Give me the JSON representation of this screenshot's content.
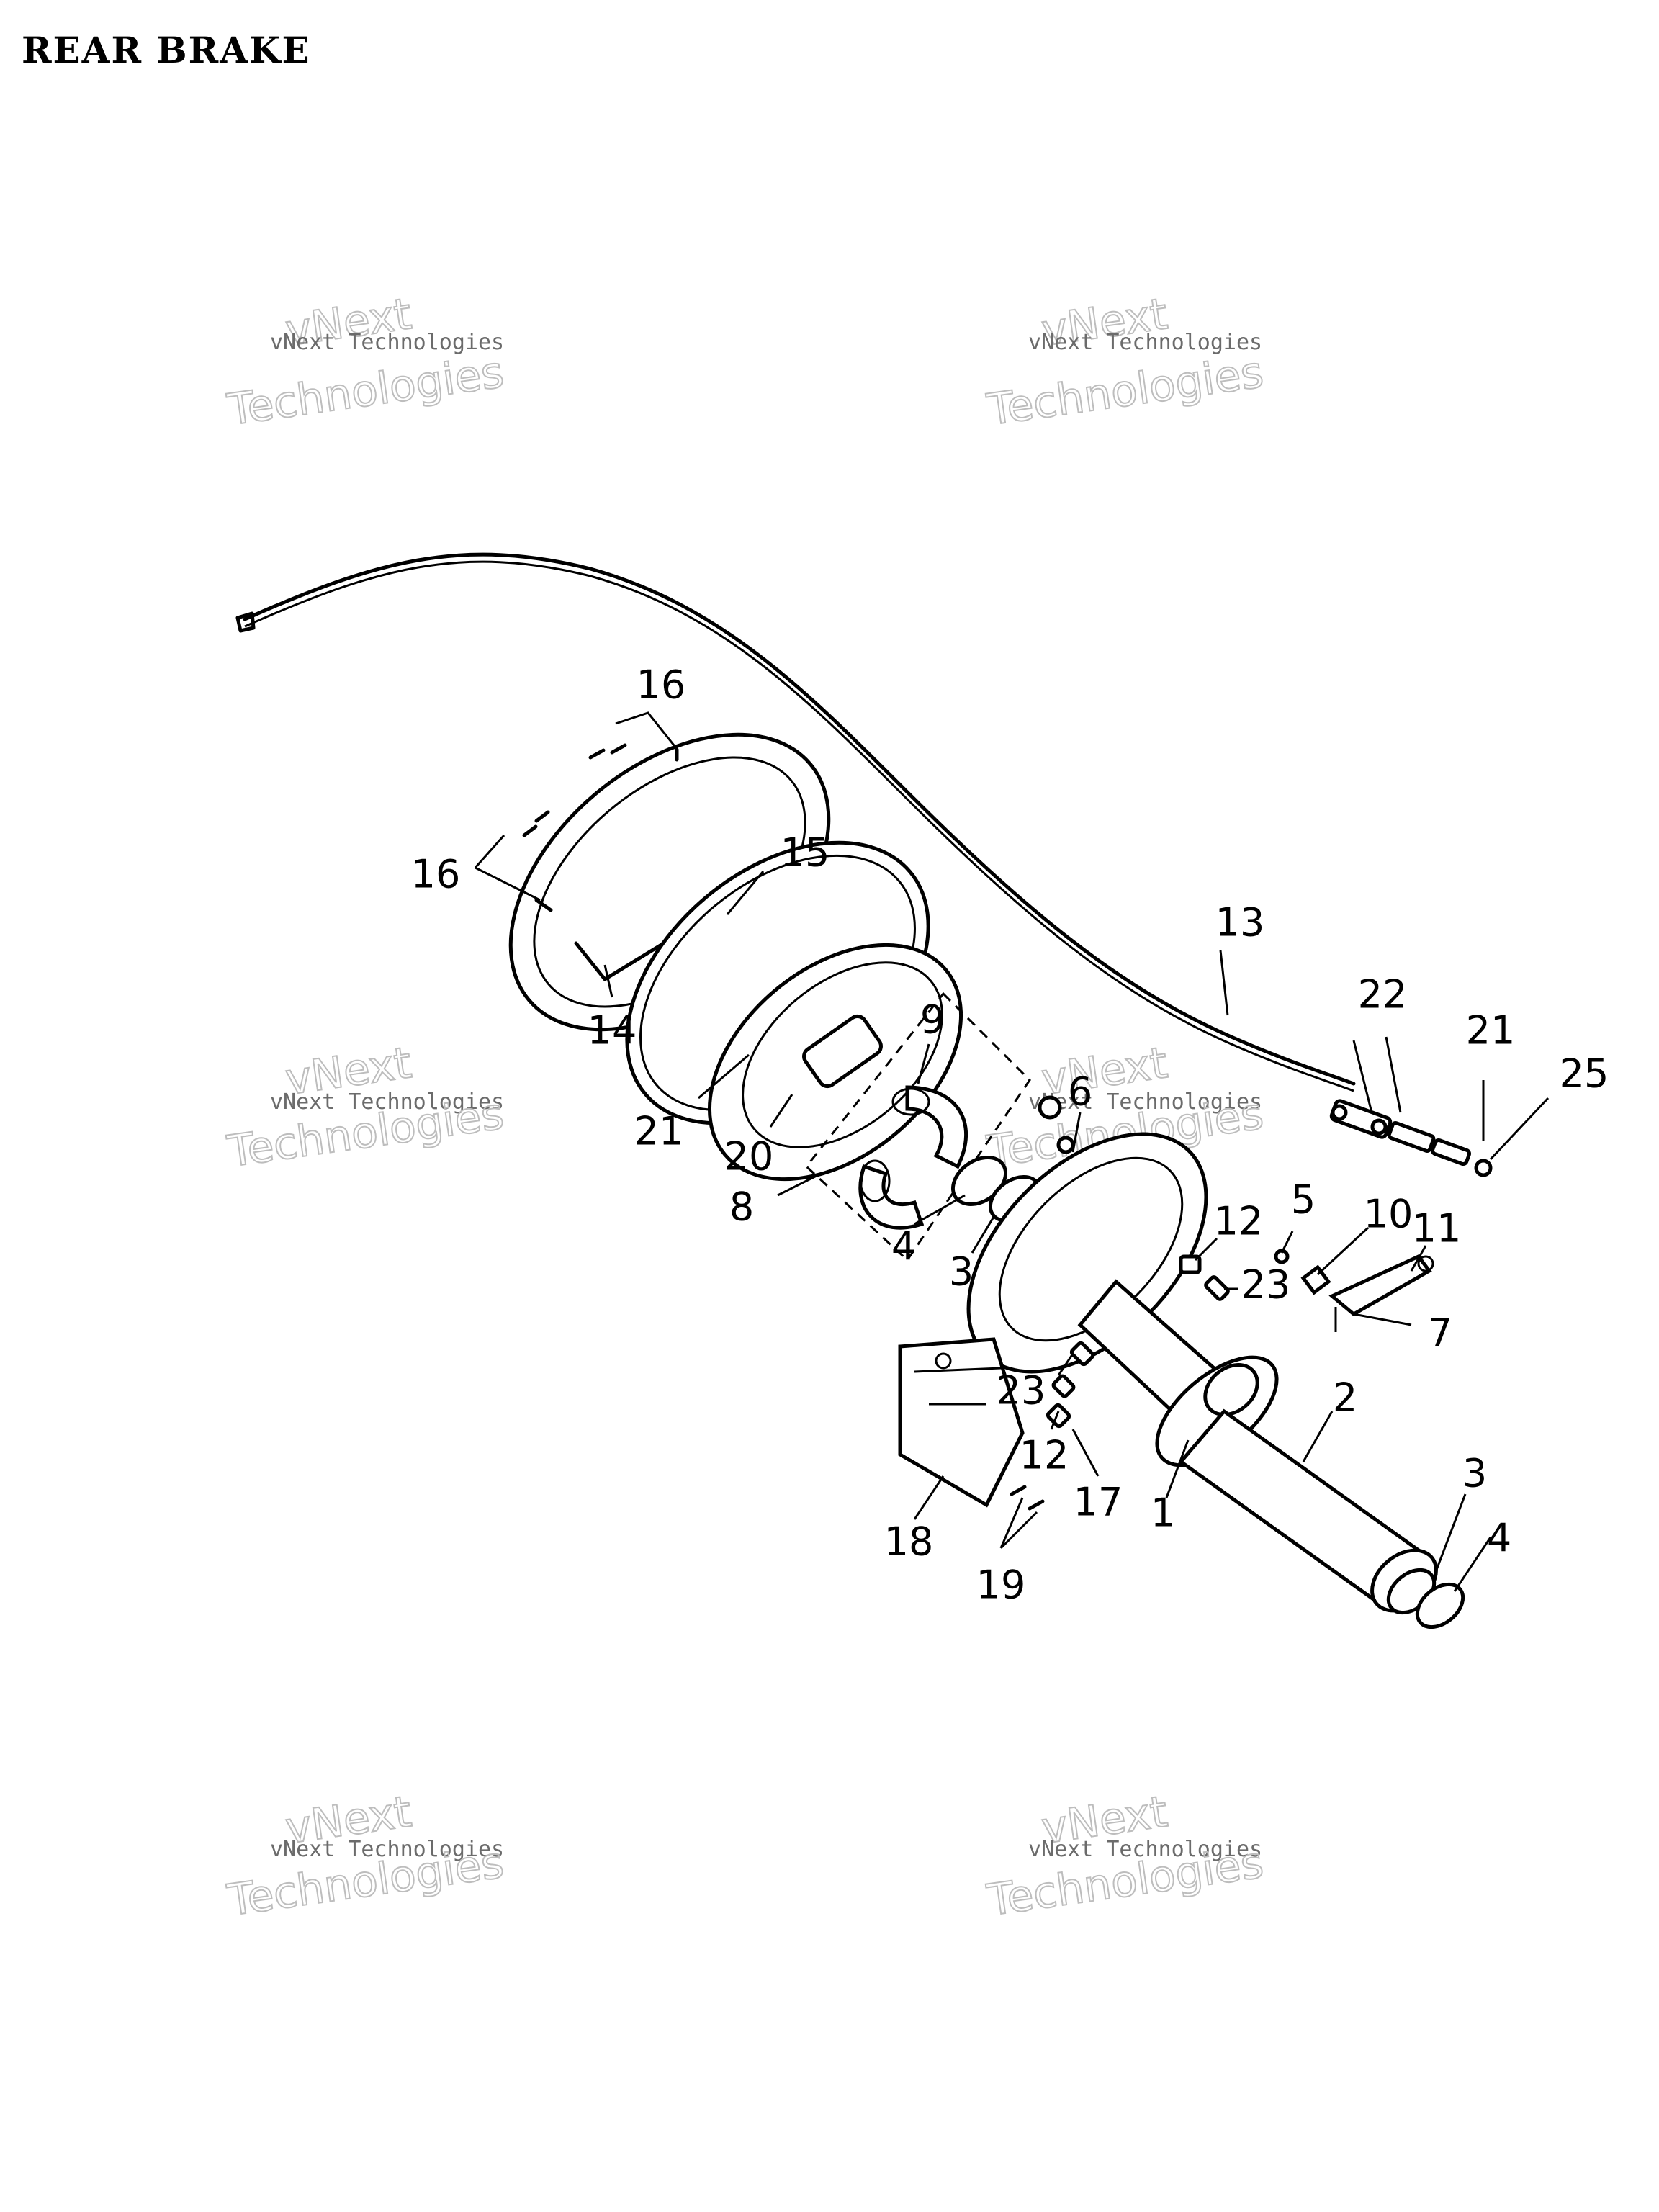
{
  "title": "REAR BRAKE",
  "watermark": {
    "line1": "vNext Technologies",
    "line2": "vNext",
    "line3": "Technologies"
  },
  "callouts": [
    {
      "id": "16a",
      "text": "16"
    },
    {
      "id": "16b",
      "text": "16"
    },
    {
      "id": "15",
      "text": "15"
    },
    {
      "id": "14",
      "text": "14"
    },
    {
      "id": "13",
      "text": "13"
    },
    {
      "id": "22",
      "text": "22"
    },
    {
      "id": "21a",
      "text": "21"
    },
    {
      "id": "25",
      "text": "25"
    },
    {
      "id": "9",
      "text": "9"
    },
    {
      "id": "6",
      "text": "6"
    },
    {
      "id": "21b",
      "text": "21"
    },
    {
      "id": "20",
      "text": "20"
    },
    {
      "id": "8",
      "text": "8"
    },
    {
      "id": "4a",
      "text": "4"
    },
    {
      "id": "3a",
      "text": "3"
    },
    {
      "id": "12a",
      "text": "12"
    },
    {
      "id": "5",
      "text": "5"
    },
    {
      "id": "10",
      "text": "10"
    },
    {
      "id": "11",
      "text": "11"
    },
    {
      "id": "23a",
      "text": "23"
    },
    {
      "id": "7",
      "text": "7"
    },
    {
      "id": "2",
      "text": "2"
    },
    {
      "id": "23b",
      "text": "23"
    },
    {
      "id": "12b",
      "text": "12"
    },
    {
      "id": "17",
      "text": "17"
    },
    {
      "id": "1",
      "text": "1"
    },
    {
      "id": "3b",
      "text": "3"
    },
    {
      "id": "4b",
      "text": "4"
    },
    {
      "id": "18",
      "text": "18"
    },
    {
      "id": "19",
      "text": "19"
    }
  ]
}
